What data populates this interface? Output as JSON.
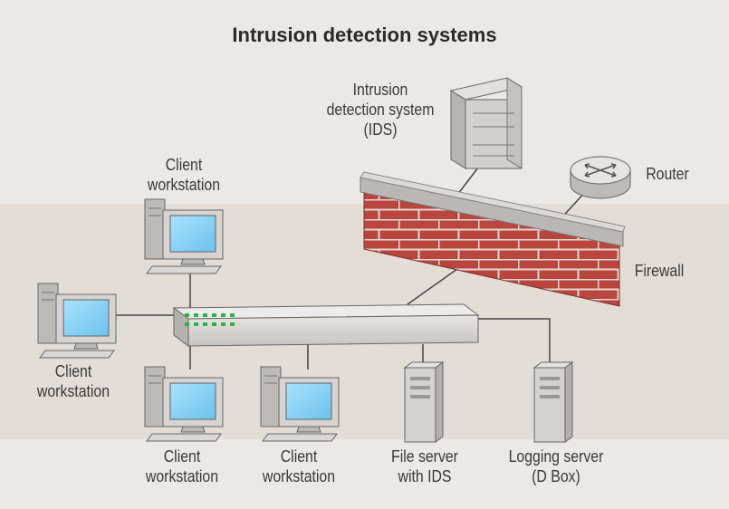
{
  "title": "Intrusion detection systems",
  "labels": {
    "ids": [
      "Intrusion",
      "detection system",
      "(IDS)"
    ],
    "router": [
      "Router"
    ],
    "firewall": [
      "Firewall"
    ],
    "client_top": [
      "Client",
      "workstation"
    ],
    "client_left": [
      "Client",
      "workstation"
    ],
    "client_bottom1": [
      "Client",
      "workstation"
    ],
    "client_bottom2": [
      "Client",
      "workstation"
    ],
    "file_server": [
      "File server",
      "with IDS"
    ],
    "logging_server": [
      "Logging server",
      "(D Box)"
    ]
  },
  "colors": {
    "brick": "#b8463f",
    "screen": "#8fd3f4",
    "device": "#d8d5d2",
    "led": "#2bb24a"
  }
}
